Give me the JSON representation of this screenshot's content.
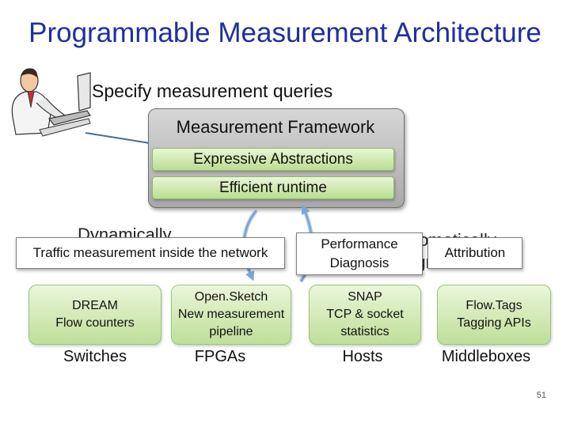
{
  "title": "Programmable Measurement Architecture",
  "subtitle": "Specify measurement queries",
  "framework": {
    "title": "Measurement Framework",
    "layers": [
      "Expressive Abstractions",
      "Efficient runtime"
    ]
  },
  "callouts": {
    "traffic": "Traffic measurement inside the network",
    "performance": [
      "Performance",
      "Diagnosis"
    ],
    "attribution": "Attribution"
  },
  "devices": [
    {
      "lines": [
        "DREAM",
        "Flow counters"
      ],
      "category": "Switches"
    },
    {
      "lines": [
        "Open.Sketch",
        "New measurement",
        "pipeline"
      ],
      "category": "FPGAs"
    },
    {
      "lines": [
        "SNAP",
        "TCP & socket",
        "statistics"
      ],
      "category": "Hosts"
    },
    {
      "lines": [
        "Flow.Tags",
        "Tagging APIs"
      ],
      "category": "Middleboxes"
    }
  ],
  "page_number": "51"
}
